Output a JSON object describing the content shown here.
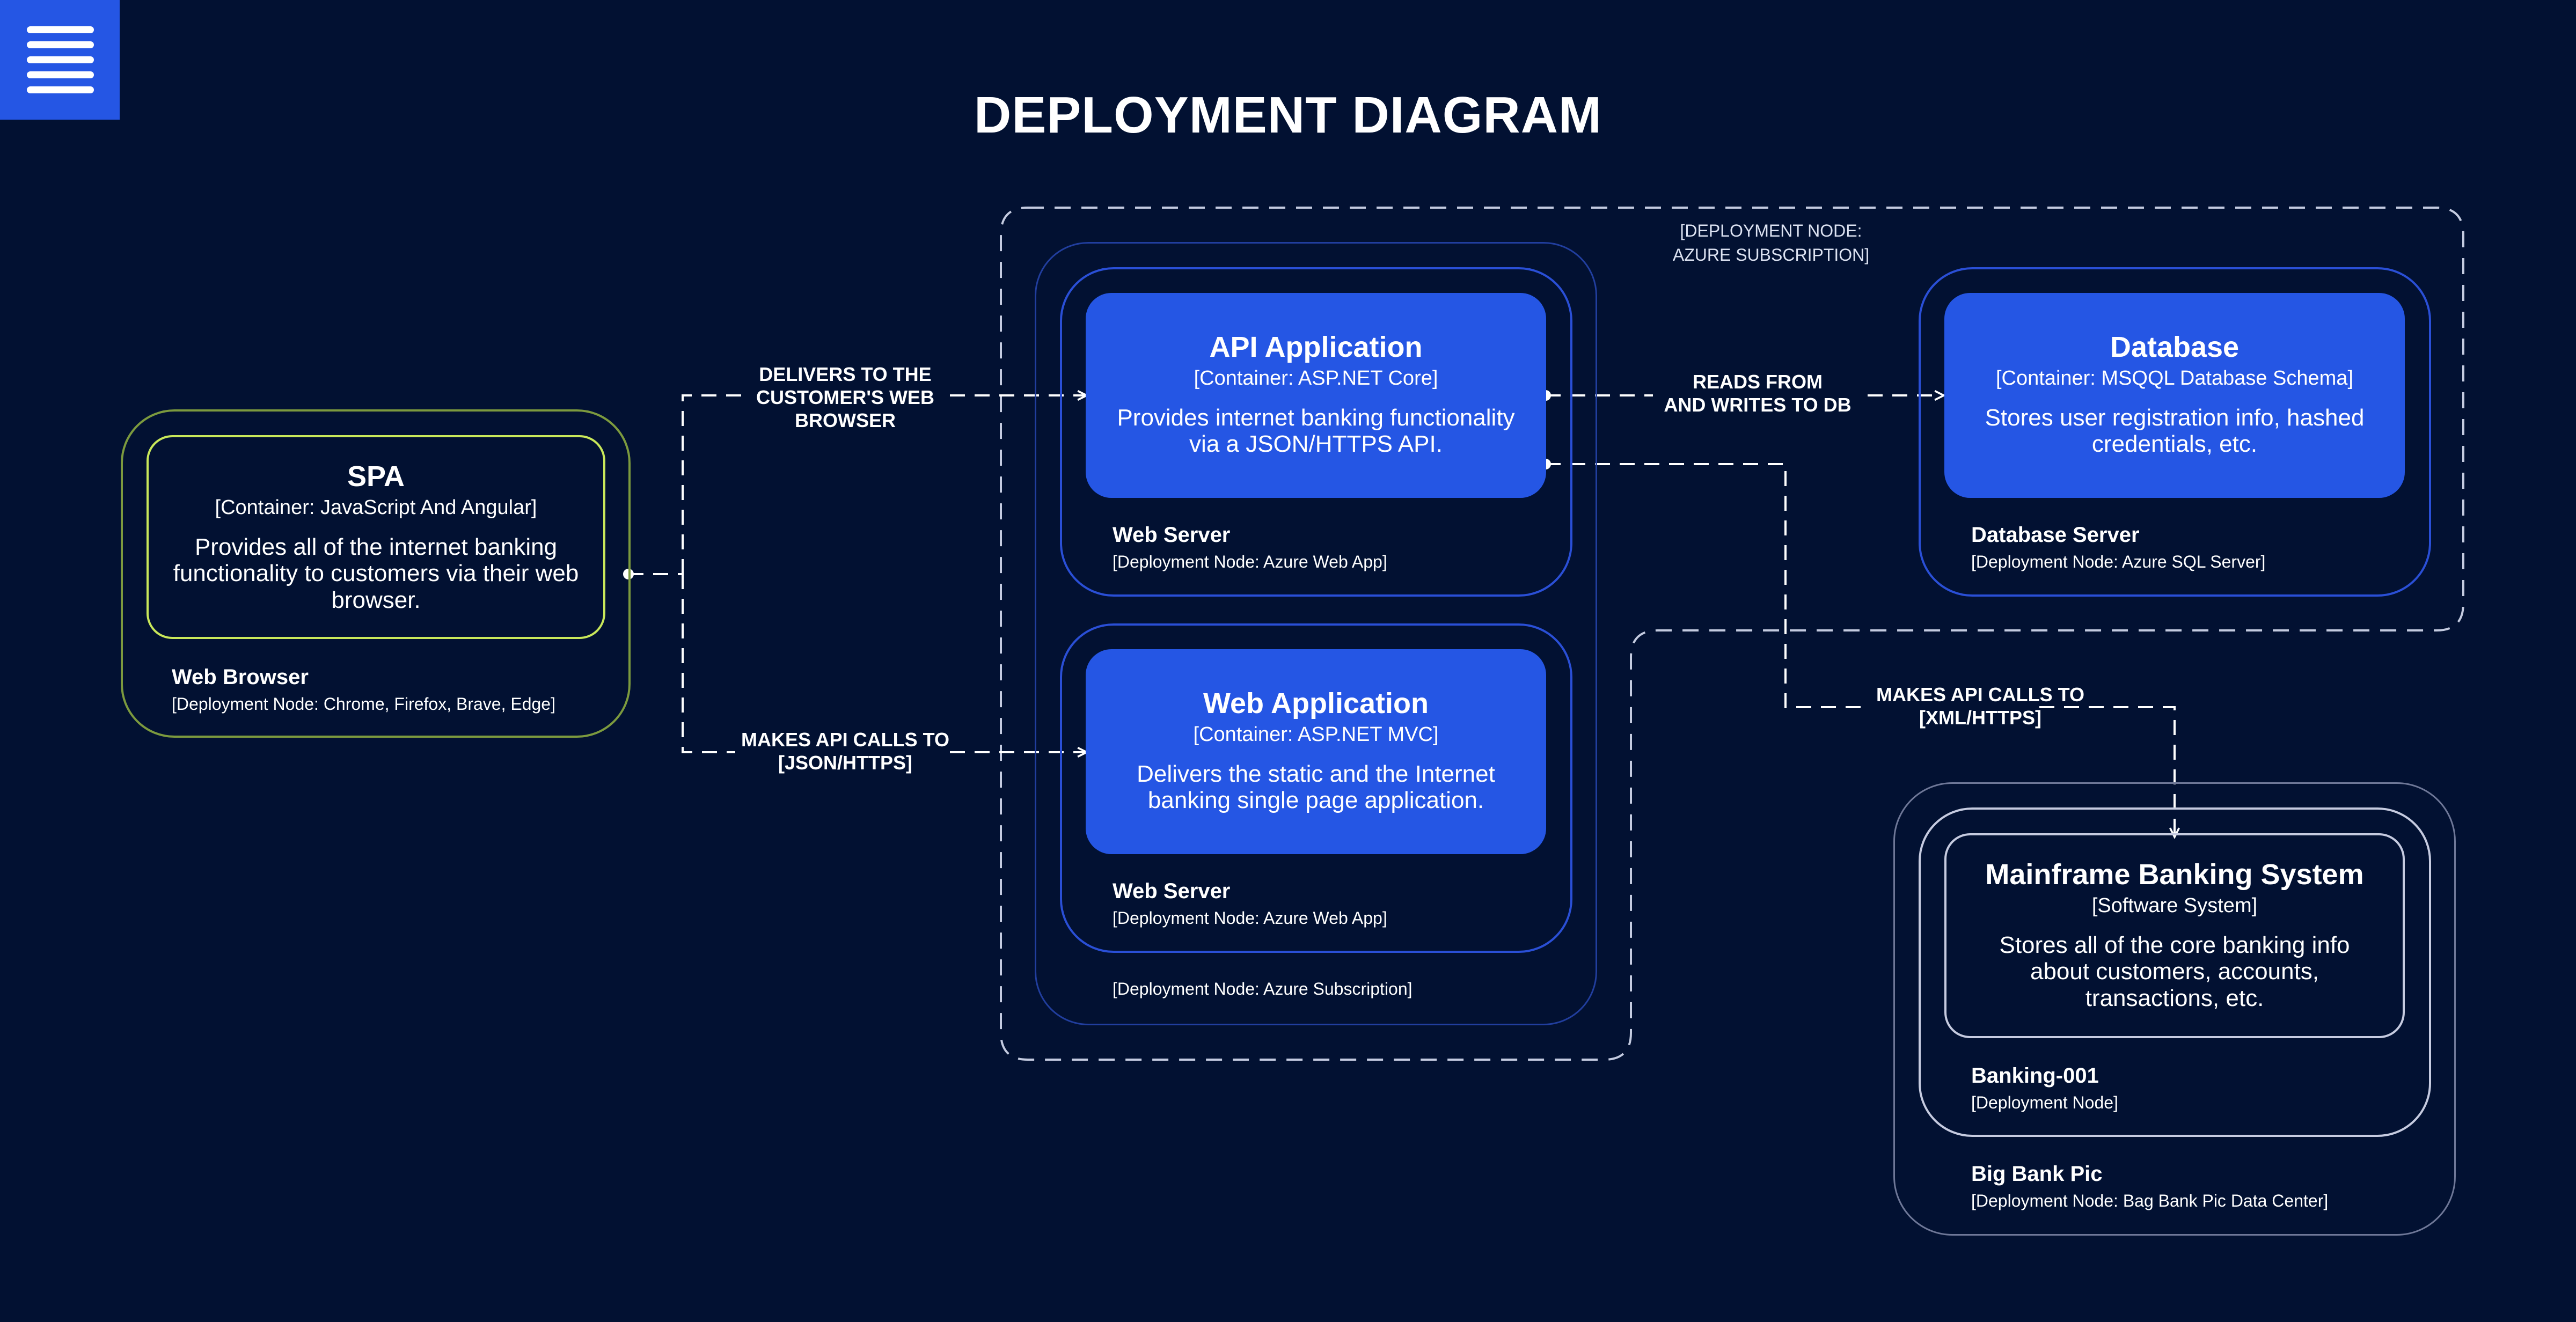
{
  "title": "DEPLOYMENT DIAGRAM",
  "menu": {
    "icon": "hamburger-menu-icon"
  },
  "colors": {
    "background": "#021132",
    "container_blue": "#2556e4",
    "node_border_blue": "#2a4fd6",
    "browser_border": "#7c9a3e",
    "spa_border": "#c9e85a",
    "mainframe_border": "#c6cbe0"
  },
  "nodes": {
    "browser": {
      "name": "Web Browser",
      "sub": "[Deployment Node: Chrome, Firefox, Brave, Edge]"
    },
    "api_server": {
      "name": "Web Server",
      "sub": "[Deployment Node: Azure Web App]"
    },
    "web_server": {
      "name": "Web Server",
      "sub": "[Deployment Node: Azure Web App]"
    },
    "azure_inner": {
      "sub": "[Deployment Node: Azure Subscription]"
    },
    "azure_outer": {
      "caption": "[DEPLOYMENT NODE:\nAZURE SUBSCRIPTION]"
    },
    "db_server": {
      "name": "Database Server",
      "sub": "[Deployment Node: Azure SQL Server]"
    },
    "banking": {
      "name": "Banking-001",
      "sub": "[Deployment Node]"
    },
    "datacenter": {
      "name": "Big Bank Pic",
      "sub": "[Deployment Node: Bag Bank Pic Data Center]"
    }
  },
  "containers": {
    "spa": {
      "name": "SPA",
      "tech": "[Container: JavaScript And Angular]",
      "desc": "Provides all of the internet banking functionality to customers via their web browser."
    },
    "api": {
      "name": "API Application",
      "tech": "[Container: ASP.NET Core]",
      "desc": "Provides internet banking functionality via a JSON/HTTPS API."
    },
    "web": {
      "name": "Web Application",
      "tech": "[Container: ASP.NET MVC]",
      "desc": "Delivers the static and the Internet banking single page application."
    },
    "db": {
      "name": "Database",
      "tech": "[Container: MSQQL Database Schema]",
      "desc": "Stores user registration info, hashed credentials, etc."
    },
    "mainframe": {
      "name": "Mainframe Banking System",
      "tech": "[Software System]",
      "desc": "Stores all of the core banking info about customers, accounts, transactions, etc."
    }
  },
  "edges": {
    "delivers": "DELIVERS TO THE\nCUSTOMER'S WEB\nBROWSER",
    "api_calls_json": "MAKES API CALLS TO\n[JSON/HTTPS]",
    "reads_writes": "READS FROM\nAND WRITES TO DB",
    "api_calls_xml": "MAKES API CALLS TO\n[XML/HTTPS]"
  }
}
